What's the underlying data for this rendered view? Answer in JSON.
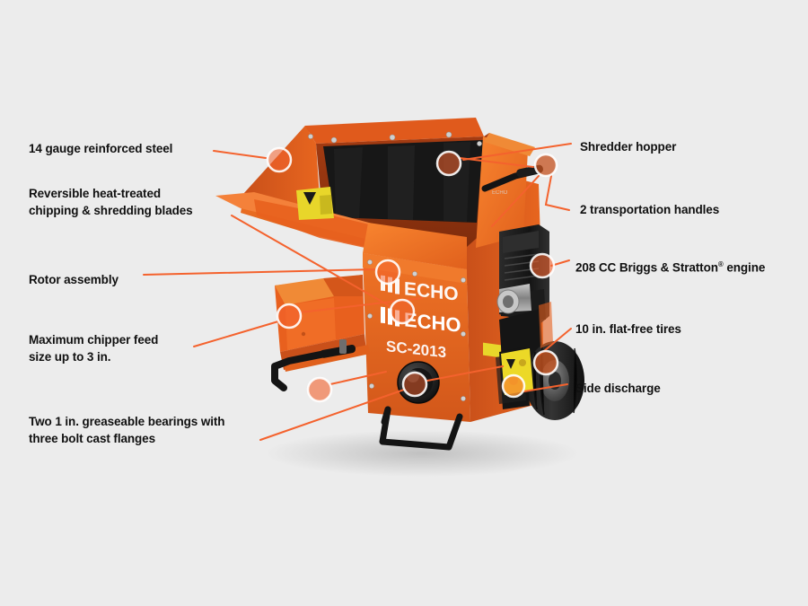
{
  "page": {
    "background_color": "#ececec",
    "accent_color": "#f4622d",
    "product_body_color": "#ec6a1e",
    "text_color": "#101010"
  },
  "product": {
    "brand": "ECHO",
    "model": "SC-2013",
    "type": "chipper-shredder"
  },
  "callouts": [
    {
      "id": "gauge-steel",
      "side": "left",
      "text": "14 gauge reinforced steel"
    },
    {
      "id": "blades",
      "side": "left",
      "text": "Reversible heat-treated\nchipping & shredding blades"
    },
    {
      "id": "rotor",
      "side": "left",
      "text": "Rotor assembly"
    },
    {
      "id": "chipper-feed",
      "side": "left",
      "text": "Maximum chipper feed\nsize up to 3 in."
    },
    {
      "id": "bearings",
      "side": "left",
      "text": "Two 1 in. greaseable bearings with\nthree bolt cast flanges"
    },
    {
      "id": "shredder-hopper",
      "side": "right",
      "text": "Shredder hopper"
    },
    {
      "id": "transport-handles",
      "side": "right",
      "text": "2 transportation handles"
    },
    {
      "id": "engine",
      "side": "right",
      "text_before": "208 CC Briggs & Stratton",
      "superscript": "®",
      "text_after": " engine"
    },
    {
      "id": "tires",
      "side": "right",
      "text": "10 in. flat-free tires"
    },
    {
      "id": "side-discharge",
      "side": "right",
      "text": "Side discharge"
    }
  ]
}
